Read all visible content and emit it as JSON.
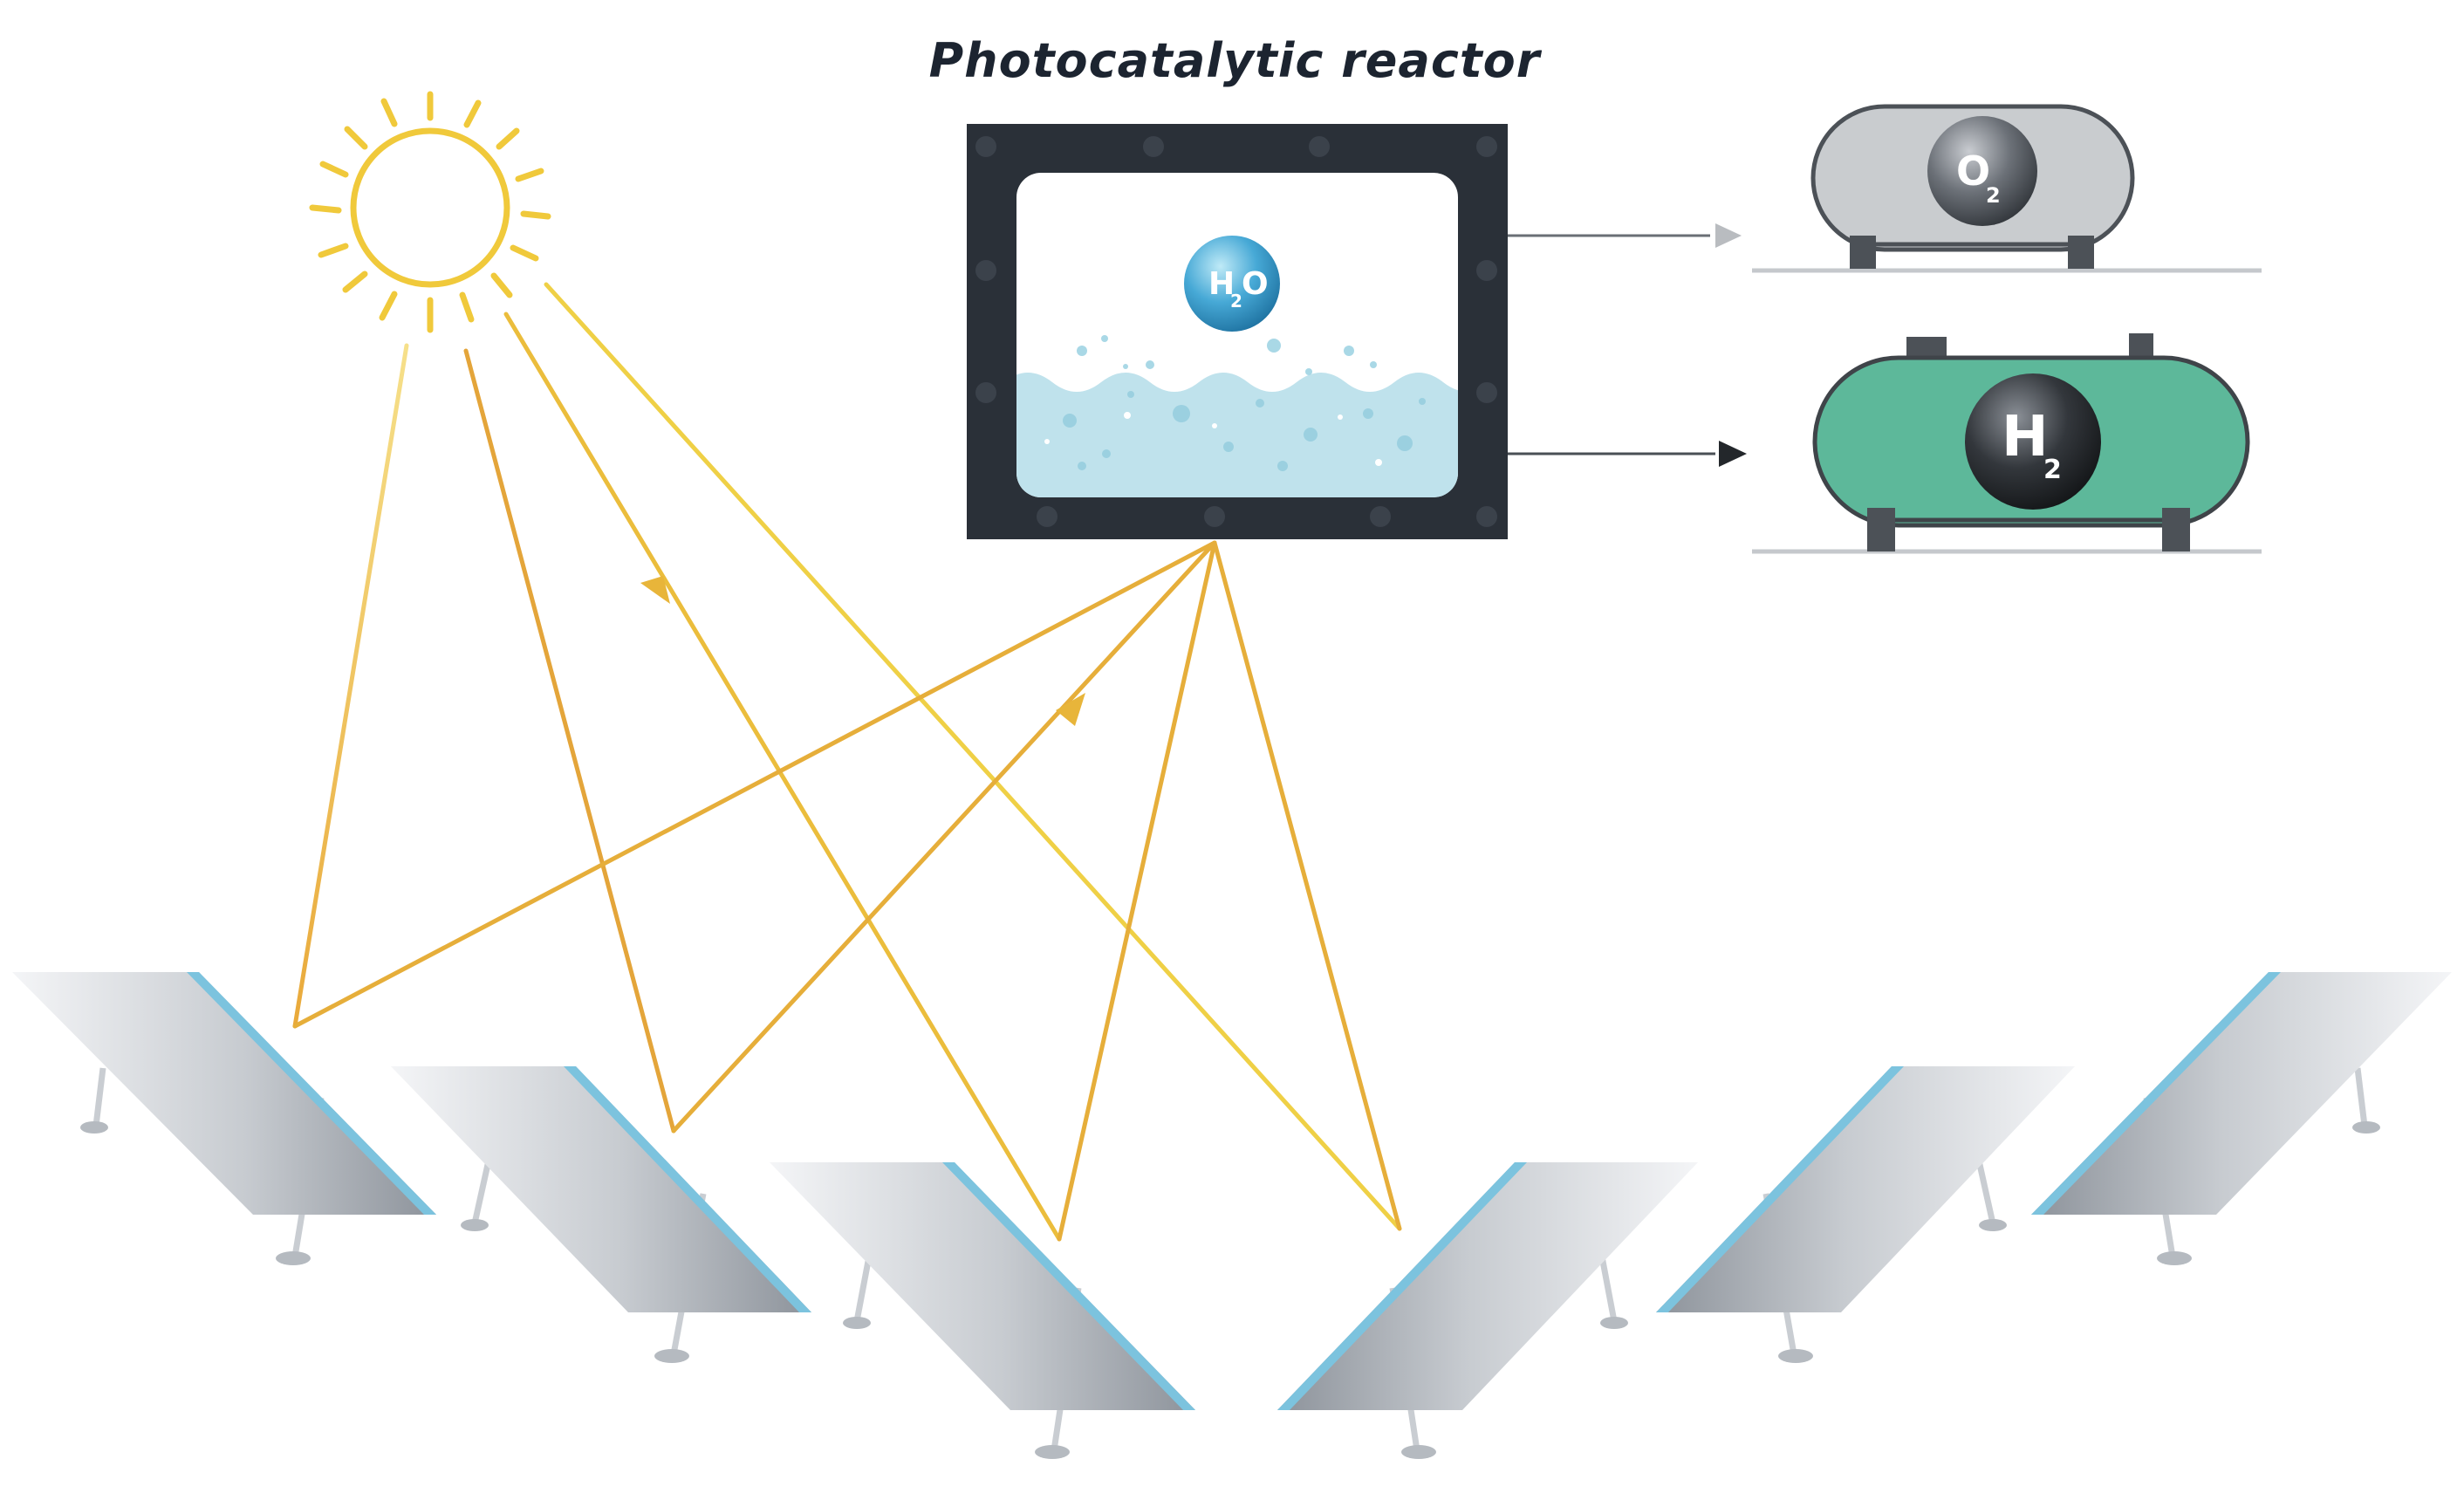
{
  "title": "Photocatalytic reactor",
  "molecules": {
    "water": {
      "main": "H",
      "sub": "2",
      "tail": "O"
    },
    "oxygen": {
      "main": "O",
      "sub": "2"
    },
    "hydrogen": {
      "main": "H",
      "sub": "2"
    }
  },
  "colors": {
    "sun": "#f2cc3a",
    "light_ray": "#e9a93a",
    "reactor_frame": "#2a3038",
    "water": "#bfe2ec",
    "oxygen_tank": "#c9cccf",
    "hydrogen_tank": "#5db89a",
    "panel_edge": "#7cc3de"
  }
}
